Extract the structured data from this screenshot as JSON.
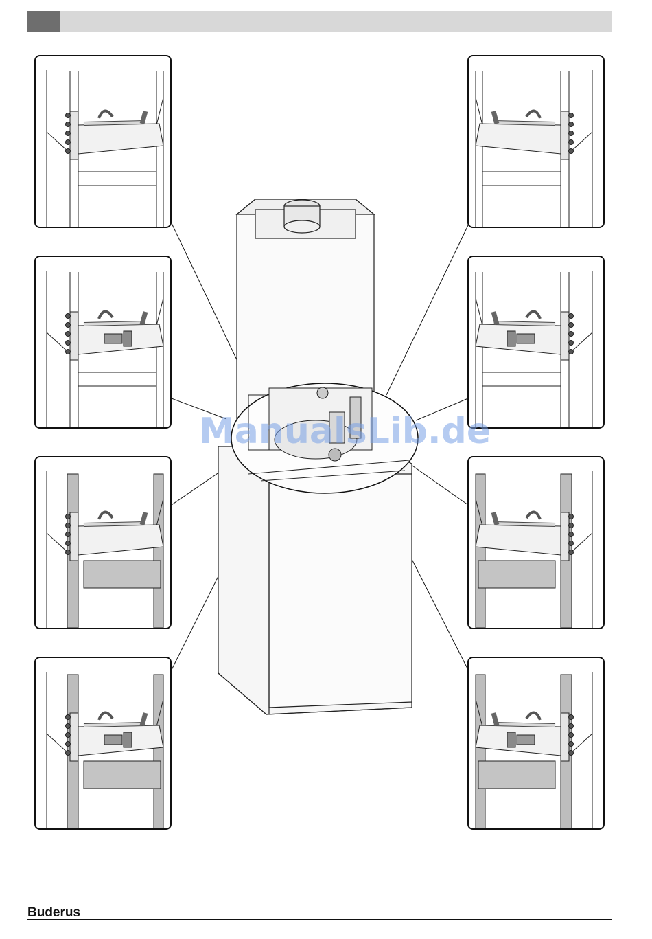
{
  "header": {
    "page_tab": ""
  },
  "watermark": {
    "text": "ManualsLib.de"
  },
  "footer": {
    "brand": "Buderus"
  },
  "figure": {
    "panels": [
      {
        "id": "top-left",
        "side": "left",
        "variant": "pipes"
      },
      {
        "id": "top-right",
        "side": "right",
        "variant": "pipes"
      },
      {
        "id": "mid-left",
        "side": "left",
        "variant": "pipes-valves"
      },
      {
        "id": "mid-right",
        "side": "right",
        "variant": "pipes-valves"
      },
      {
        "id": "lower-left",
        "side": "left",
        "variant": "frame-pipes"
      },
      {
        "id": "lower-right",
        "side": "right",
        "variant": "frame-pipes"
      },
      {
        "id": "bottom-left",
        "side": "left",
        "variant": "frame-pipes-valves"
      },
      {
        "id": "bottom-right",
        "side": "right",
        "variant": "frame-pipes-valves"
      }
    ]
  }
}
